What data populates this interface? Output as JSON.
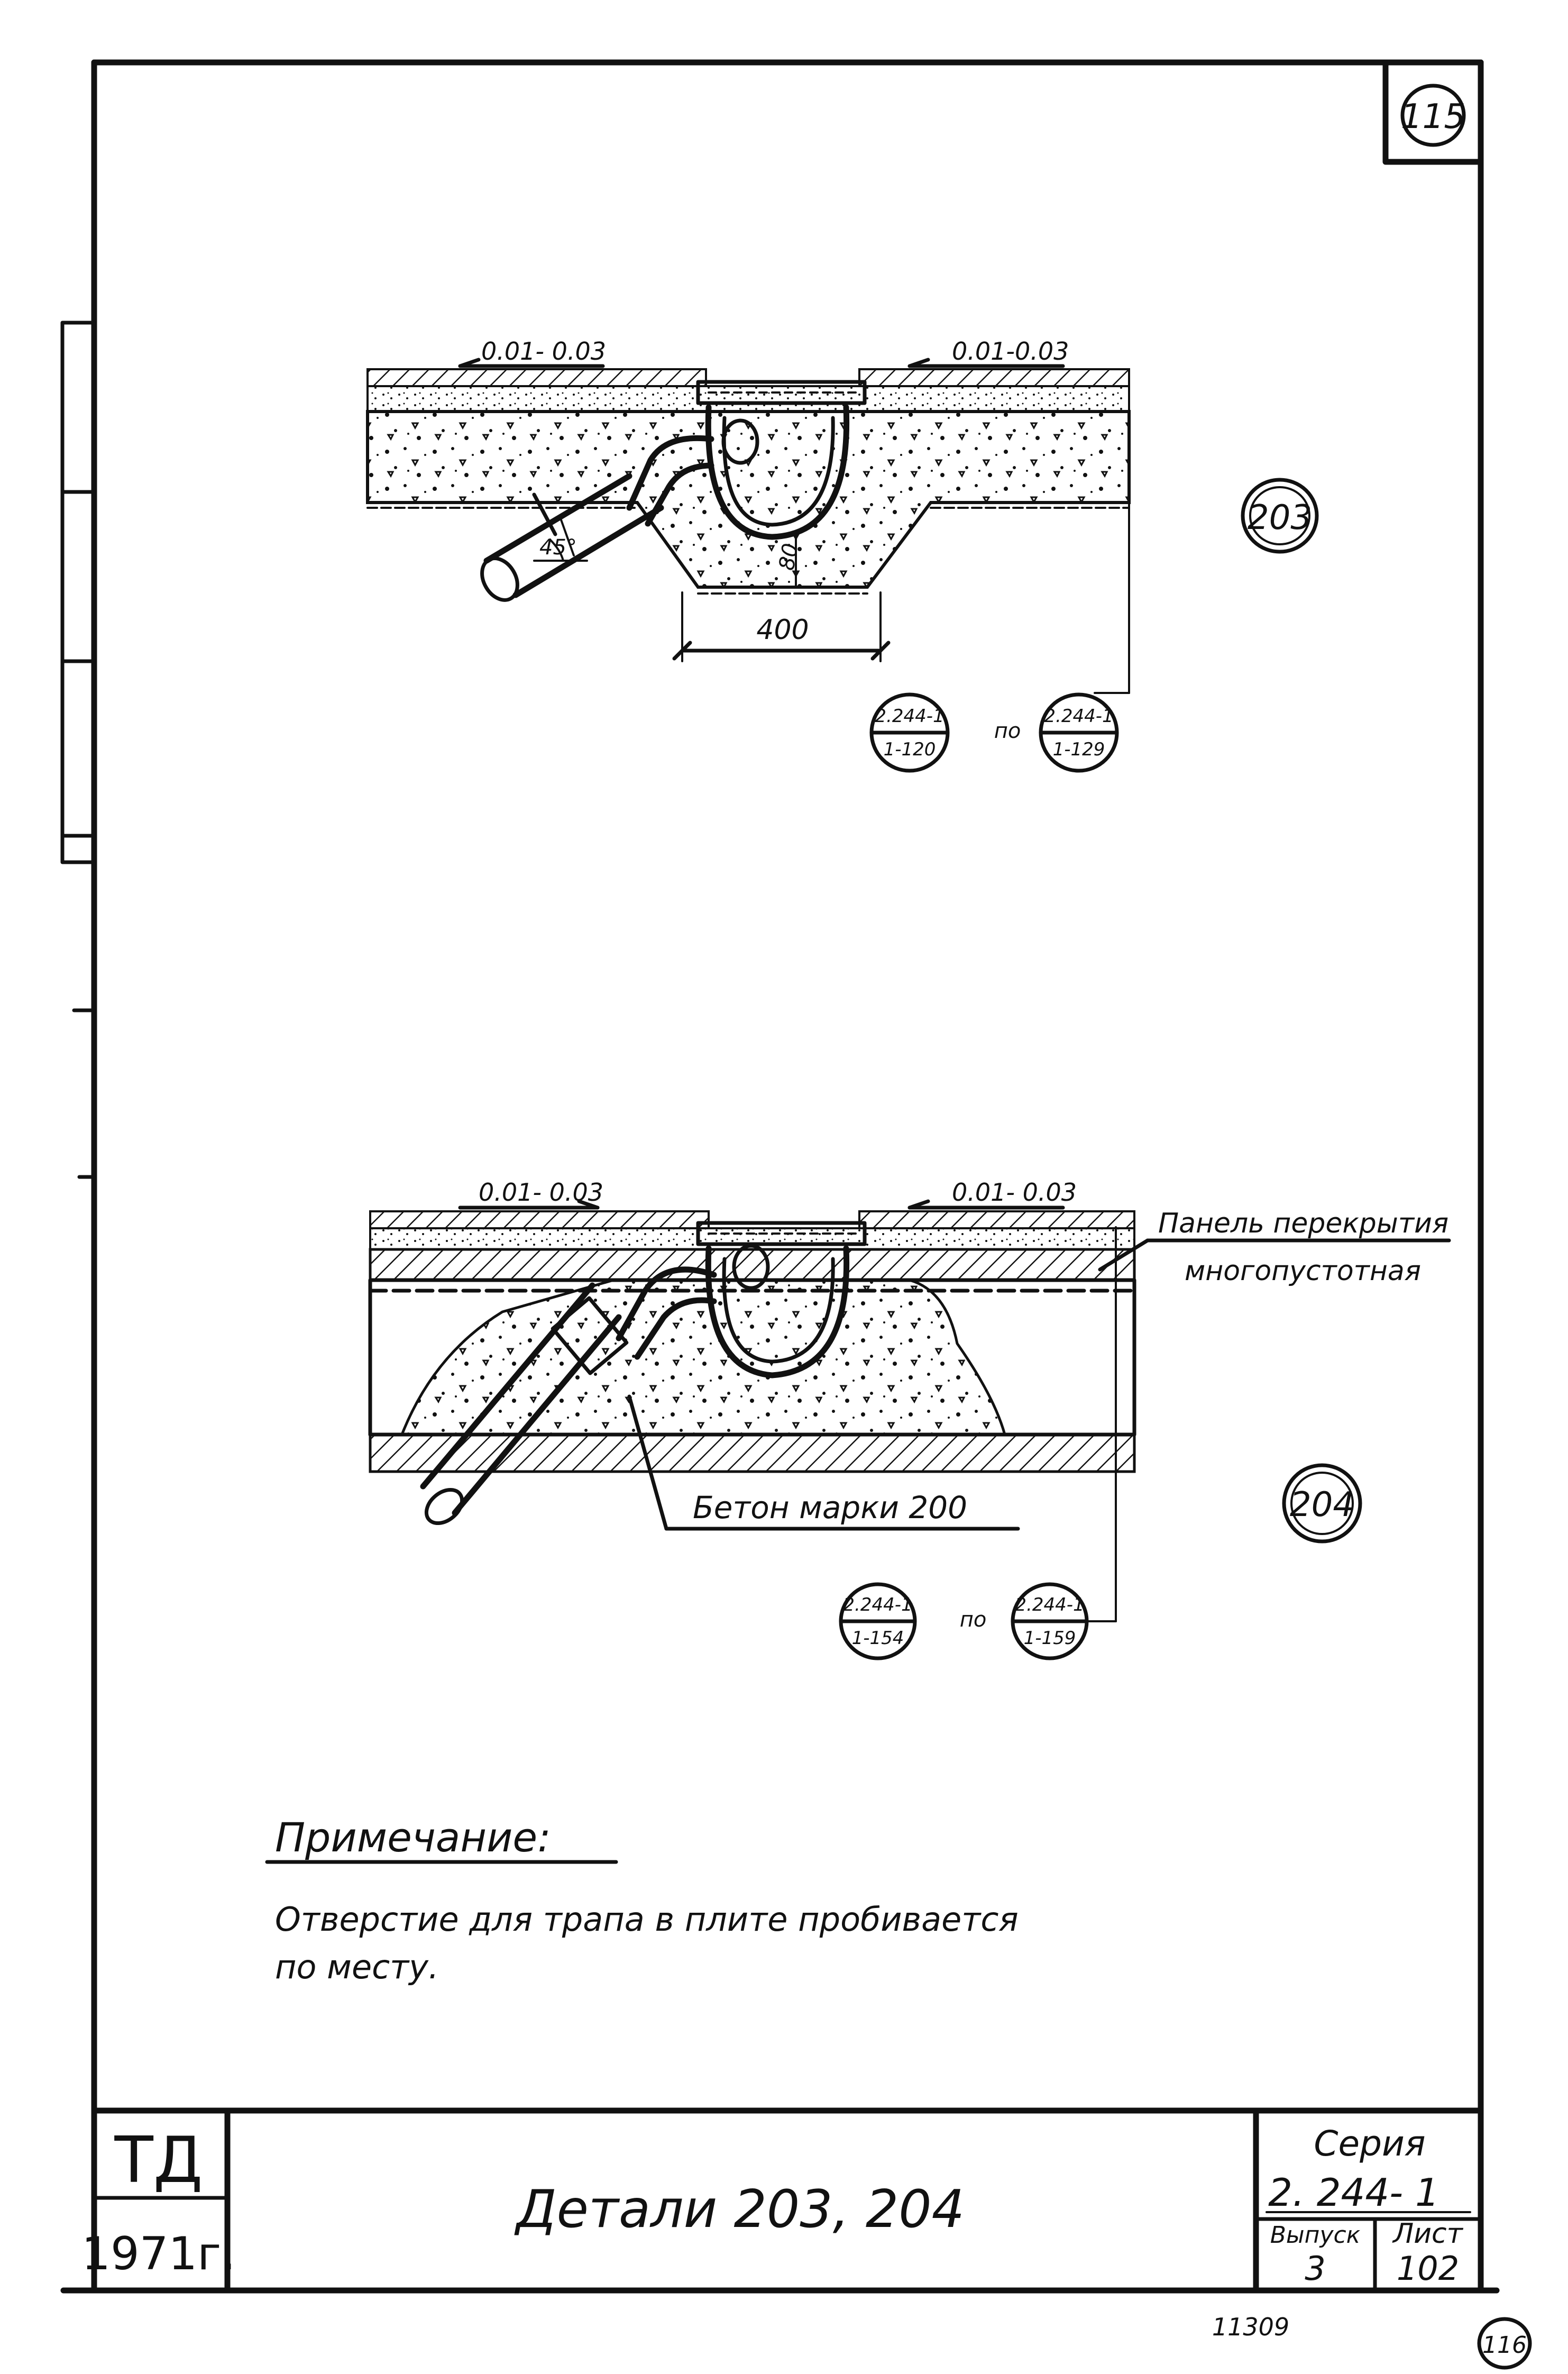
{
  "sheet_corner_number": "115",
  "detail_203": {
    "marker": "203",
    "slope_left": "0.01- 0.03",
    "slope_right": "0.01-0.03",
    "angle": "45°",
    "dim_80": "80",
    "dim_400": "400",
    "ref_from_top": "2.244-1",
    "ref_from_bottom": "1-120",
    "ref_word": "по",
    "ref_to_top": "2.244-1",
    "ref_to_bottom": "1-129"
  },
  "detail_204": {
    "marker": "204",
    "slope_left": "0.01- 0.03",
    "slope_right": "0.01- 0.03",
    "label_panel_line1": "Панель перекрытия",
    "label_panel_line2": "многопустотная",
    "label_concrete": "Бетон марки 200",
    "ref_from_top": "2.244-1",
    "ref_from_bottom": "1-154",
    "ref_word": "по",
    "ref_to_top": "2.244-1",
    "ref_to_bottom": "1-159"
  },
  "note": {
    "heading": "Примечание:",
    "line1": "Отверстие  для трапа  в плите пробивается",
    "line2": "по месту."
  },
  "title_block": {
    "td_mark": "ТД",
    "year": "1971г.",
    "title": "Детали 203, 204",
    "series_label": "Серия",
    "series_value": "2. 244- 1",
    "issue_label": "Выпуск",
    "issue_value": "3",
    "sheet_label": "Лист",
    "sheet_value": "102"
  },
  "footer": {
    "archive_number": "11309",
    "page_number": "116"
  }
}
